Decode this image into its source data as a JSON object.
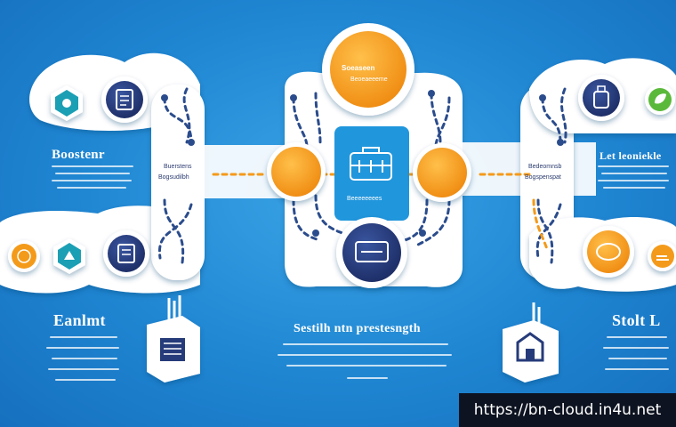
{
  "labels": {
    "left_top_heading": "Boostenr",
    "right_top_heading": "Let leoniekle",
    "left_bottom_heading": "Eanlmt",
    "right_bottom_heading": "Stolt L",
    "center_bottom_heading": "Sestilh ntn prestesngth",
    "top_circle_title": "Soeaseen",
    "top_circle_sub": "Beoeaeeeme",
    "center_card_caption": "Beeeeeeees",
    "left_connector_label_1": "Buerstens",
    "left_connector_label_2": "Bogsudilbh",
    "right_connector_label_1": "Bedeomnsb",
    "right_connector_label_2": "Bogspenspat"
  },
  "watermark": "https://bn-cloud.in4u.net",
  "colors": {
    "background": "#1f86d2",
    "panel": "#ffffff",
    "orange": "#f49a1a",
    "navy": "#263b7a",
    "teal": "#1a9fb4",
    "green": "#5ab93a",
    "dash": "#2b4c8c"
  },
  "icons": {
    "top_circle": "orange-disc-icon",
    "left_hex": "teal-hexagon-icon",
    "left_doc": "document-icon",
    "left_globe": "globe-icon",
    "left_hand": "hand-icon",
    "left_book": "book-icon",
    "center_card": "briefcase-icon",
    "center_bottom": "screen-icon",
    "right_bottle": "bottle-icon",
    "right_leaf": "leaf-icon",
    "right_cloud": "cloud-icon",
    "right_disc": "orange-disc-icon",
    "left_server": "server-icon",
    "right_house": "house-icon"
  }
}
